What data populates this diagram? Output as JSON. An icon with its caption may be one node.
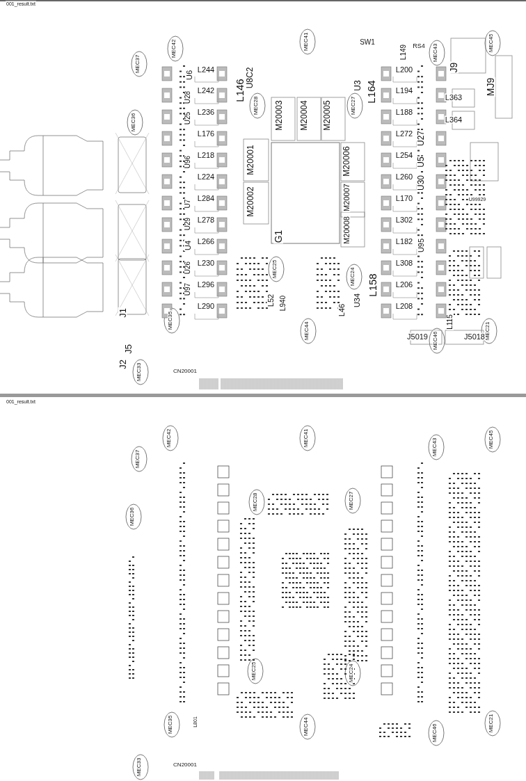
{
  "diagram": {
    "labels": [
      "001_result.txt",
      "MEC42",
      "MEC41",
      "SW1",
      "RS4",
      "L149",
      "MEC43",
      "MEC45",
      "J9",
      "MEC37",
      "MJ9",
      "L244",
      "U6",
      "L146",
      "U8C2",
      "L242",
      "U28",
      "MEC28",
      "L236",
      "U25",
      "MEC36",
      "L176",
      "L218",
      "U96",
      "L224",
      "L284",
      "U7",
      "L278",
      "U29",
      "L266",
      "U4",
      "L230",
      "U26",
      "L296",
      "U97",
      "L290",
      "MEC35",
      "J1",
      "J5",
      "J2",
      "MEC33",
      "CN20001",
      "M20001",
      "M20002",
      "M20003",
      "M20004",
      "M20005",
      "M20006",
      "M20007",
      "M20008",
      "G1",
      "U3",
      "L164",
      "MEC27",
      "L200",
      "L194",
      "L188",
      "L272",
      "U27",
      "L254",
      "U5",
      "L260",
      "U30",
      "L170",
      "L363",
      "L364",
      "U99929",
      "L302",
      "L182",
      "U95",
      "L308",
      "L206",
      "L208",
      "L158",
      "U34",
      "MEC24",
      "MEC25",
      "L52",
      "L940",
      "L46",
      "MEC44",
      "J5019",
      "MEC46",
      "J5018",
      "MEC21",
      "L115",
      "001_result.txt",
      "MEC42",
      "MEC41",
      "MEC43",
      "MEC45",
      "MEC37",
      "MEC36",
      "MEC28",
      "MEC27",
      "MEC25",
      "MEC24",
      "L801",
      "MEC35",
      "MEC44",
      "MEC46",
      "MEC21",
      "MEC33",
      "CN20001"
    ]
  }
}
